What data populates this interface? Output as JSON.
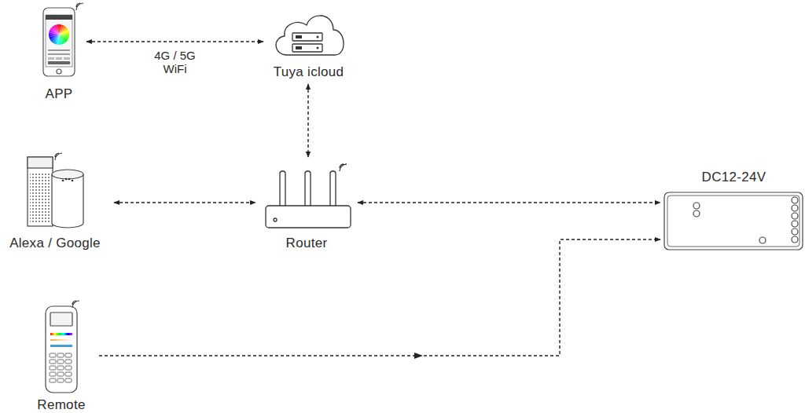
{
  "diagram": {
    "nodes": [
      {
        "text": [
          "APP"
        ]
      },
      {
        "text": [
          "Tuya icloud"
        ]
      },
      {
        "text": [
          "Alexa / Google"
        ]
      },
      {
        "text": [
          "Router"
        ]
      },
      {
        "text": [
          "DC12-24V"
        ]
      },
      {
        "text": [
          "Remote"
        ]
      }
    ],
    "edges": [
      {
        "from": 0,
        "to": 1,
        "label": "4G / 5G WiFi",
        "arrow": "both"
      },
      {
        "from": 1,
        "to": 3,
        "arrow": "both"
      },
      {
        "from": 2,
        "to": 3,
        "arrow": "both"
      },
      {
        "from": 3,
        "to": 4,
        "arrow": "both"
      },
      {
        "from": 5,
        "to": 4,
        "arrow": "to"
      }
    ]
  }
}
